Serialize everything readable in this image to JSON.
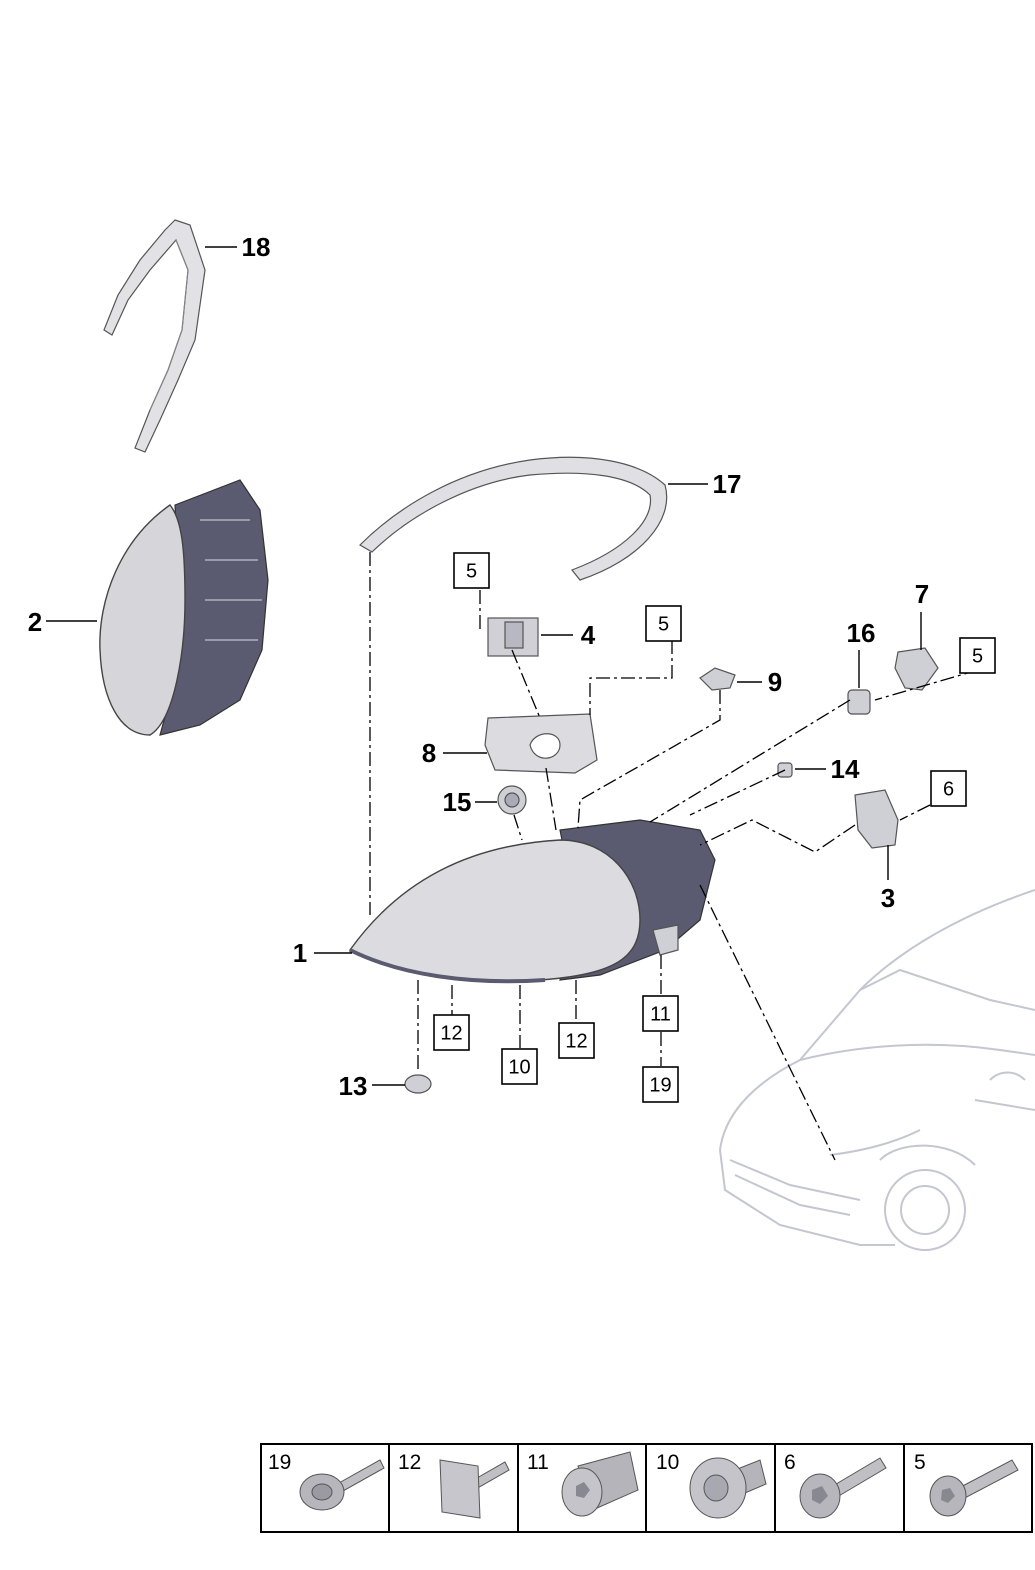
{
  "callouts": {
    "c1": "1",
    "c2": "2",
    "c3": "3",
    "c4": "4",
    "c7": "7",
    "c8": "8",
    "c9": "9",
    "c13": "13",
    "c14": "14",
    "c15": "15",
    "c16": "16",
    "c17": "17",
    "c18": "18"
  },
  "boxed_refs": {
    "b5a": "5",
    "b5b": "5",
    "b5c": "5",
    "b6": "6",
    "b12a": "12",
    "b10": "10",
    "b12b": "12",
    "b11": "11",
    "b19": "19"
  },
  "legend": {
    "cells": [
      {
        "label": "19",
        "icon": "screw-with-collar-icon"
      },
      {
        "label": "12",
        "icon": "square-head-bolt-icon"
      },
      {
        "label": "11",
        "icon": "threaded-insert-icon"
      },
      {
        "label": "10",
        "icon": "screw-with-washer-icon"
      },
      {
        "label": "6",
        "icon": "flange-bolt-icon"
      },
      {
        "label": "5",
        "icon": "torx-bolt-icon"
      }
    ]
  },
  "colors": {
    "part_fill": "#dcdce0",
    "part_dark": "#5a5a70",
    "car_outline": "#c4c6d0",
    "line": "#000000"
  }
}
